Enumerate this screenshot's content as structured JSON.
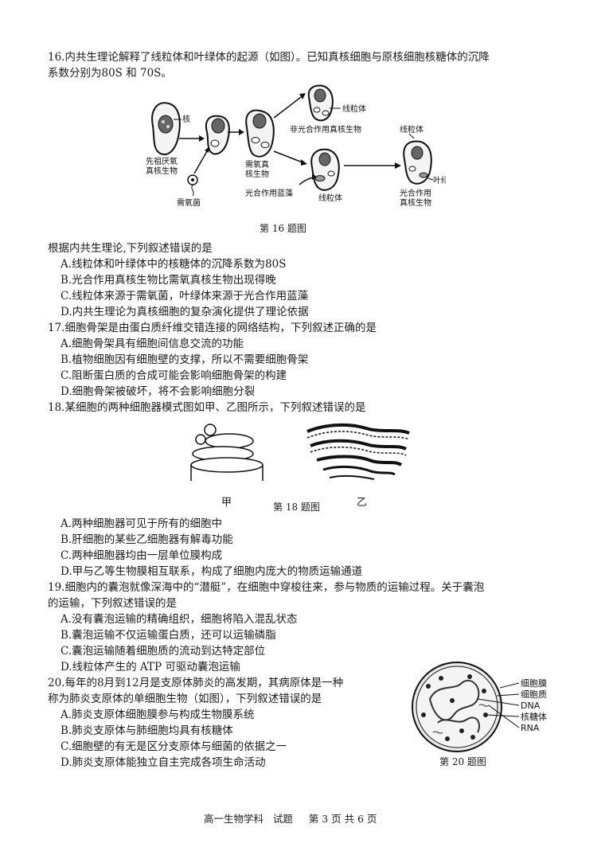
{
  "q16": {
    "stem1": "16.内共生理论解释了线粒体和叶绿体的起源（如图）。已知真核细胞与原核细胞核糖体的沉降",
    "stem2": "系数分别为80S 和 70S。",
    "figure": {
      "caption": "第 16 题图",
      "labels": {
        "nucleus": "核",
        "ancestor_1": "先祖厌氧",
        "ancestor_2": "真核生物",
        "aerobe": "需氧菌",
        "aerobic_1": "需氧真",
        "aerobic_2": "核生物",
        "mito_top": "线粒体",
        "nonphoto": "非光合作用真核生物",
        "cyano": "光合作用蓝藻",
        "mito_mid": "线粒体",
        "mito_right": "线粒体",
        "chloro": "叶绿体",
        "photo_1": "光合作用",
        "photo_2": "真核生物"
      }
    },
    "question": "根据内共生理论,下列叙述错误的是",
    "options": [
      "A.线粒体和叶绿体中的核糖体的沉降系数为80S",
      "B.光合作用真核生物比需氧真核生物出现得晚",
      "C.线粒体来源于需氧菌，叶绿体来源于光合作用蓝藻",
      "D.内共生理论为真核细胞的复杂演化提供了理论依据"
    ]
  },
  "q17": {
    "stem": "17.细胞骨架是由蛋白质纤维交错连接的网络结构，下列叙述正确的是",
    "options": [
      "A.细胞骨架具有细胞间信息交流的功能",
      "B.植物细胞因有细胞壁的支撑，所以不需要细胞骨架",
      "C.阻断蛋白质的合成可能会影响细胞骨架的构建",
      "D.细胞骨架被破坏，将不会影响细胞分裂"
    ]
  },
  "q18": {
    "stem": "18.某细胞的两种细胞器模式图如甲、乙图所示，下列叙述错误的是",
    "figure": {
      "label_a": "甲",
      "label_b": "乙",
      "caption": "第 18 题图"
    },
    "options": [
      "A.两种细胞器可见于所有的细胞中",
      "B.肝细胞的某些乙细胞器有解毒功能",
      "C.两种细胞器均由一层单位膜构成",
      "D.甲与乙等生物膜相互联系，构成了细胞内庞大的物质运输通道"
    ]
  },
  "q19": {
    "stem1": "19.细胞内的囊泡就像深海中的“潜艇”，在细胞中穿梭往来，参与物质的运输过程。关于囊泡",
    "stem2": "的运输，下列叙述错误的是",
    "options": [
      "A.没有囊泡运输的精确组织，细胞将陷入混乱状态",
      "B.囊泡运输不仅运输蛋白质，还可以运输磷脂",
      "C.囊泡运输随着细胞质的流动到达特定部位",
      "D.线粒体产生的 ATP 可驱动囊泡运输"
    ]
  },
  "q20": {
    "stem1": "20.每年的8月到12月是支原体肺炎的高发期，其病原体是一种",
    "stem2": "称为肺炎支原体的单细胞生物（如图），下列叙述错误的是",
    "options": [
      "A.肺炎支原体细胞膜参与构成生物膜系统",
      "B.肺炎支原体与肺细胞均具有核糖体",
      "C.细胞壁的有无是区分支原体与细菌的依据之一",
      "D.肺炎支原体能独立自主完成各项生命活动"
    ],
    "figure": {
      "caption": "第 20 题图",
      "labels": [
        "细胞膜",
        "细胞质",
        "DNA",
        "核糖体",
        "RNA"
      ]
    }
  },
  "footer": "高一生物学科   试题     第 3 页 共 6 页"
}
